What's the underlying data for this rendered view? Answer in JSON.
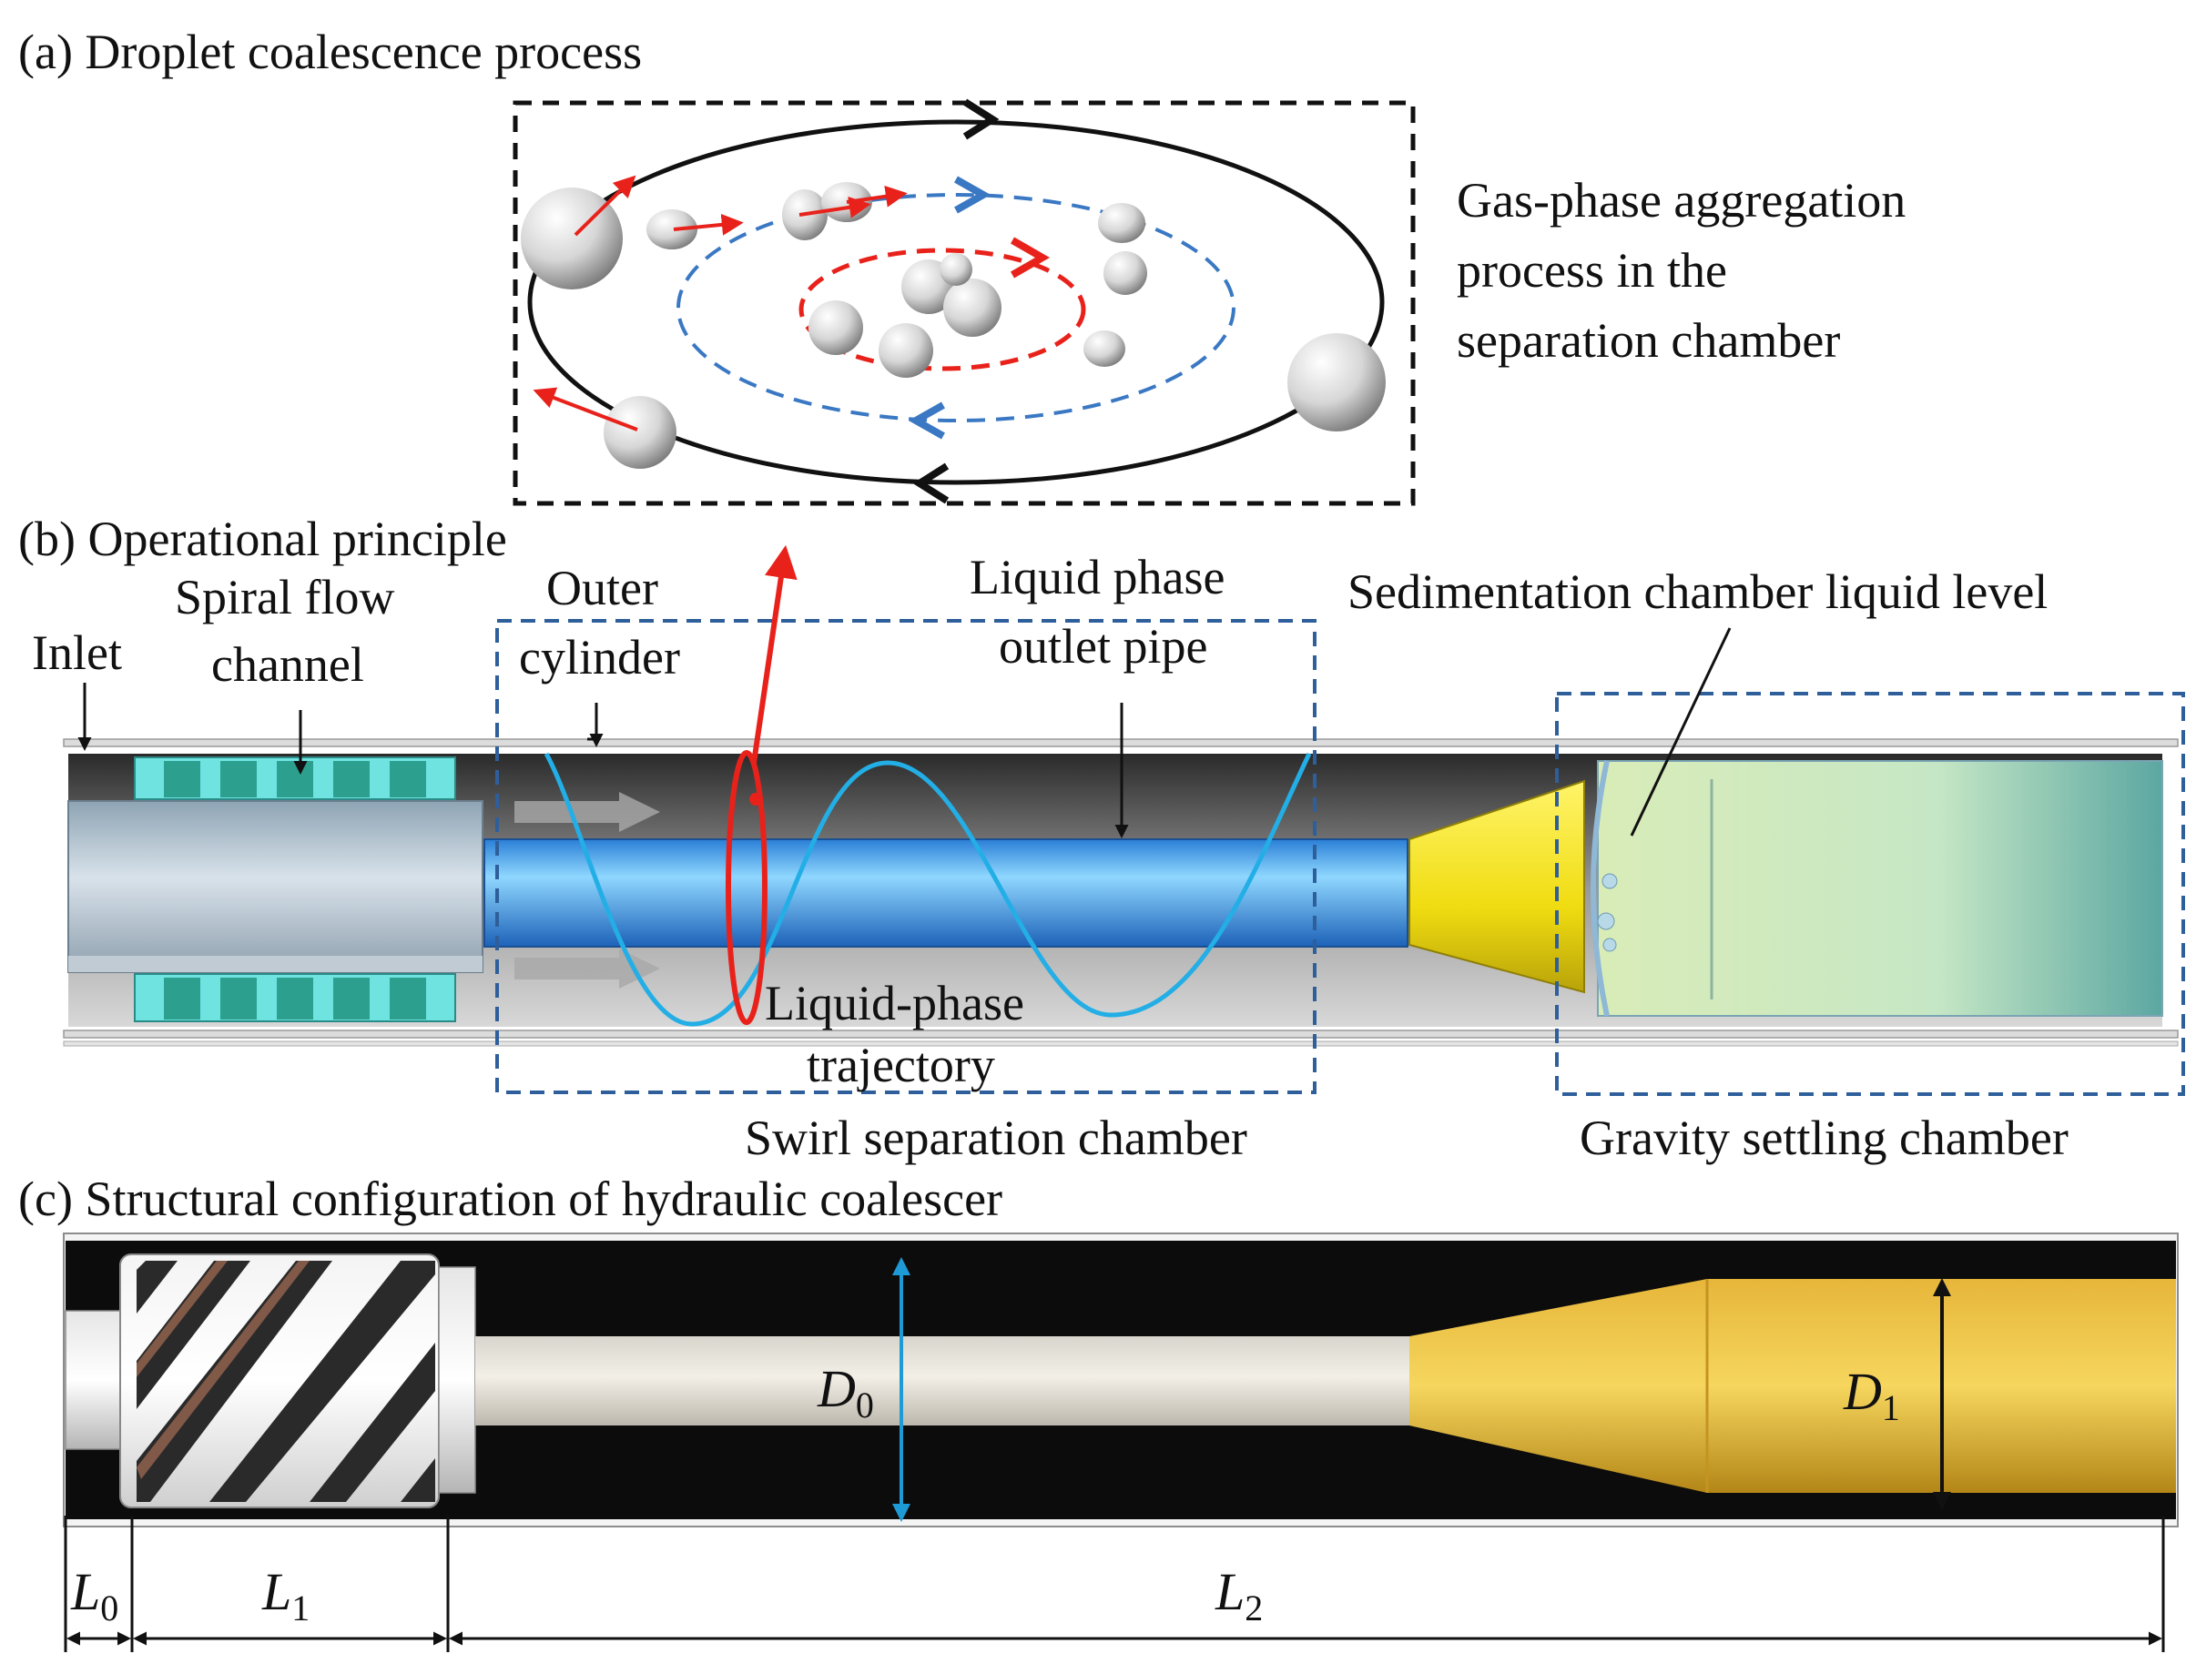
{
  "panels": {
    "a": {
      "title": "(a) Droplet coalescence process",
      "caption": [
        "Gas-phase aggregation",
        "process in the",
        "separation chamber"
      ]
    },
    "b": {
      "title": "(b) Operational principle",
      "labels": {
        "inlet": "Inlet",
        "spiral_flow_channel": [
          "Spiral flow",
          "channel"
        ],
        "outer_cylinder": [
          "Outer",
          "cylinder"
        ],
        "liquid_phase_outlet_pipe": [
          "Liquid phase",
          "outlet pipe"
        ],
        "sedimentation_level": "Sedimentation chamber liquid level",
        "liquid_phase_trajectory": [
          "Liquid-phase",
          "trajectory"
        ],
        "swirl_separation_chamber": "Swirl separation chamber",
        "gravity_settling_chamber": "Gravity settling chamber"
      }
    },
    "c": {
      "title": "(c) Structural configuration of hydraulic coalescer",
      "dimensions": {
        "D0": {
          "sym": "D",
          "sub": "0"
        },
        "D1": {
          "sym": "D",
          "sub": "1"
        },
        "L0": {
          "sym": "L",
          "sub": "0"
        },
        "L1": {
          "sym": "L",
          "sub": "1"
        },
        "L2": {
          "sym": "L",
          "sub": "2"
        }
      }
    }
  },
  "colors": {
    "liquid_pipe": "#3aa0ec",
    "trajectory": "#23aee6",
    "red_marker": "#e8221b",
    "blue_orbit": "#3a78c3",
    "spiral_vane": "#6fe3e0",
    "cone": "#f3e61a",
    "settling_liquid": "#d7ecc0",
    "dashed_box": "#2e5f9b",
    "gold": "#d3a51e"
  }
}
